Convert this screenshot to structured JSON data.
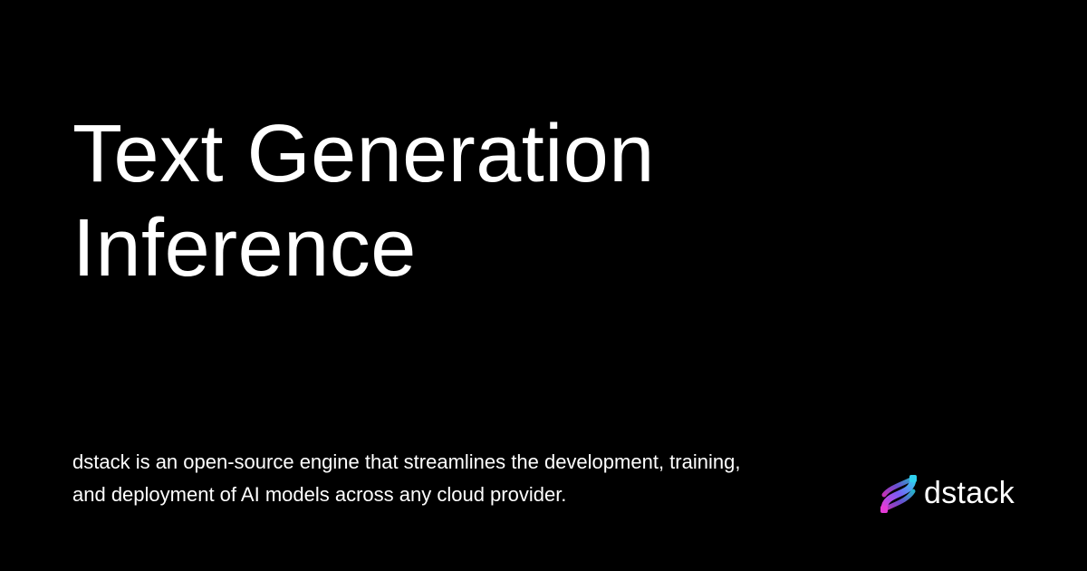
{
  "page": {
    "background": "#000000",
    "text_color": "#ffffff"
  },
  "title": {
    "line1": "Text Generation",
    "line2": "Inference"
  },
  "description": {
    "line1": "dstack is an open-source engine that streamlines the development, training,",
    "line2": "and deployment of AI models across any cloud provider."
  },
  "brand": {
    "name": "dstack",
    "icon": "dstack-logo-icon",
    "gradient_colors": [
      "#e33bd6",
      "#7a5cf5",
      "#2fd0ee"
    ]
  }
}
